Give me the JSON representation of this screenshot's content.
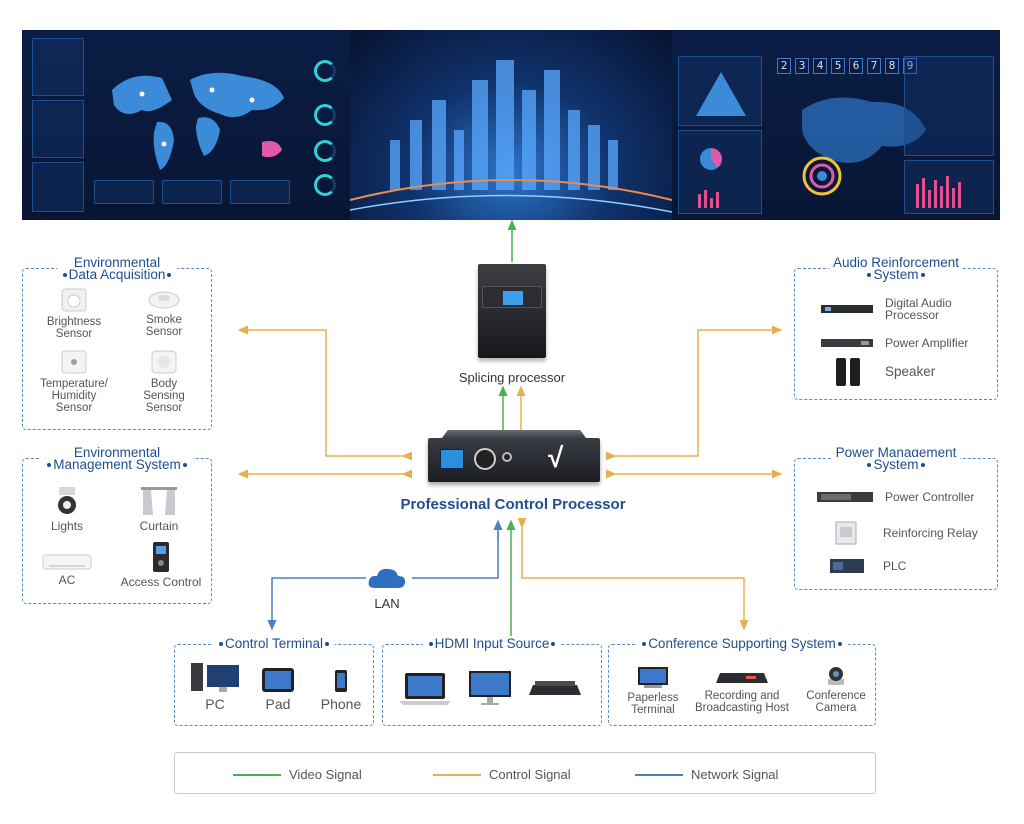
{
  "splicing_processor": {
    "label": "Splicing processor"
  },
  "control_processor": {
    "label": "Professional Control Processor"
  },
  "lan": {
    "label": "LAN"
  },
  "video_wall": {
    "digits": [
      "2",
      "3",
      "4",
      "5",
      "6",
      "7",
      "8",
      "9"
    ]
  },
  "env_data": {
    "title_line1": "Environmental",
    "title_line2": "Data Acquisition",
    "items": [
      {
        "label": "Brightness\nSensor",
        "icon": "brightness-sensor-icon"
      },
      {
        "label": "Smoke\nSensor",
        "icon": "smoke-sensor-icon"
      },
      {
        "label": "Temperature/\nHumidity\nSensor",
        "icon": "temperature-humidity-sensor-icon"
      },
      {
        "label": "Body\nSensing\nSensor",
        "icon": "body-sensing-sensor-icon"
      }
    ]
  },
  "env_mgmt": {
    "title_line1": "Environmental",
    "title_line2": "Management System",
    "items": [
      {
        "label": "Lights",
        "icon": "lights-icon"
      },
      {
        "label": "Curtain",
        "icon": "curtain-icon"
      },
      {
        "label": "AC",
        "icon": "ac-icon"
      },
      {
        "label": "Access Control",
        "icon": "access-control-icon"
      }
    ]
  },
  "audio": {
    "title_line1": "Audio Reinforcement",
    "title_line2": "System",
    "items": [
      {
        "label": "Digital Audio\nProcessor",
        "icon": "digital-audio-processor-icon"
      },
      {
        "label": "Power Amplifier",
        "icon": "power-amplifier-icon"
      },
      {
        "label": "Speaker",
        "icon": "speaker-icon"
      }
    ]
  },
  "power": {
    "title_line1": "Power Management",
    "title_line2": "System",
    "items": [
      {
        "label": "Power Controller",
        "icon": "power-controller-icon"
      },
      {
        "label": "Reinforcing Relay",
        "icon": "reinforcing-relay-icon"
      },
      {
        "label": "PLC",
        "icon": "plc-icon"
      }
    ]
  },
  "control_terminal": {
    "title": "Control Terminal",
    "items": [
      {
        "label": "PC",
        "icon": "pc-icon"
      },
      {
        "label": "Pad",
        "icon": "pad-icon"
      },
      {
        "label": "Phone",
        "icon": "phone-icon"
      }
    ]
  },
  "hdmi": {
    "title": "HDMI Input Source",
    "items": [
      {
        "icon": "laptop-icon"
      },
      {
        "icon": "monitor-icon"
      },
      {
        "icon": "media-box-icon"
      }
    ]
  },
  "conference": {
    "title": "Conference Supporting System",
    "items": [
      {
        "label": "Paperless\nTerminal",
        "icon": "paperless-terminal-icon"
      },
      {
        "label": "Recording and\nBroadcasting Host",
        "icon": "recording-host-icon"
      },
      {
        "label": "Conference\nCamera",
        "icon": "conference-camera-icon"
      }
    ]
  },
  "legend": {
    "items": [
      {
        "label": "Video Signal",
        "color": "#4caf50"
      },
      {
        "label": "Control Signal",
        "color": "#e8b04c"
      },
      {
        "label": "Network Signal",
        "color": "#4a7fc1"
      }
    ]
  },
  "colors": {
    "video": "#4caf50",
    "control": "#e8b04c",
    "network": "#4a7fc1",
    "title": "#1e4e8f"
  }
}
